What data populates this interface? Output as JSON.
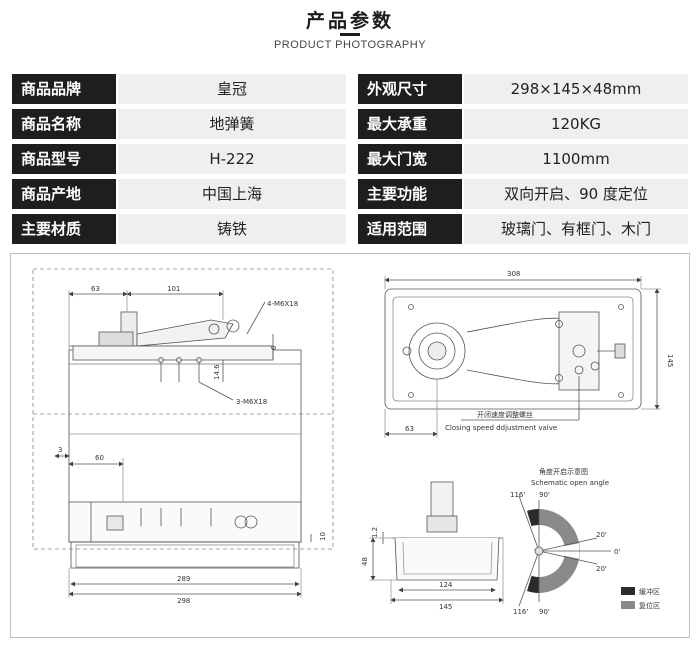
{
  "header": {
    "title": "产品参数",
    "subtitle": "PRODUCT PHOTOGRAPHY"
  },
  "specs": [
    {
      "label": "商品品牌",
      "value": "皇冠",
      "label2": "外观尺寸",
      "value2": "298×145×48mm"
    },
    {
      "label": "商品名称",
      "value": "地弹簧",
      "label2": "最大承重",
      "value2": "120KG"
    },
    {
      "label": "商品型号",
      "value": "H-222",
      "label2": "最大门宽",
      "value2": "1100mm"
    },
    {
      "label": "商品产地",
      "value": "中国上海",
      "label2": "主要功能",
      "value2": "双向开启、90 度定位"
    },
    {
      "label": "主要材质",
      "value": "铸铁",
      "label2": "适用范围",
      "value2": "玻璃门、有框门、木门"
    }
  ],
  "drawing": {
    "side_view": {
      "dim_63": "63",
      "dim_101": "101",
      "screw_top": "4-M6X18",
      "dim_6": "6",
      "dim_14_6": "14.6",
      "screw_side": "3-M6X18",
      "dim_3": "3",
      "dim_60": "60",
      "dim_10": "10",
      "dim_289": "289",
      "dim_298": "298"
    },
    "top_view": {
      "dim_308": "308",
      "dim_145": "145",
      "dim_63": "63",
      "valve_cn": "开闭速度调整螺丝",
      "valve_en": "Closing speed ddjustment valve"
    },
    "end_view": {
      "dim_1_2": "1.2",
      "dim_48": "48",
      "dim_124": "124",
      "dim_145": "145"
    },
    "angle_diagram": {
      "title_cn": "角度开启示意图",
      "title_en": "Schematic open angle",
      "angle_116_top": "116'",
      "angle_90_top": "90'",
      "angle_20_top": "20'",
      "angle_0": "0'",
      "angle_20_bottom": "20'",
      "angle_116_bottom": "116'",
      "angle_90_bottom": "90'",
      "legend": [
        {
          "label": "缓冲区",
          "color": "#2b2b2b"
        },
        {
          "label": "复位区",
          "color": "#8a8a8a"
        }
      ]
    }
  }
}
